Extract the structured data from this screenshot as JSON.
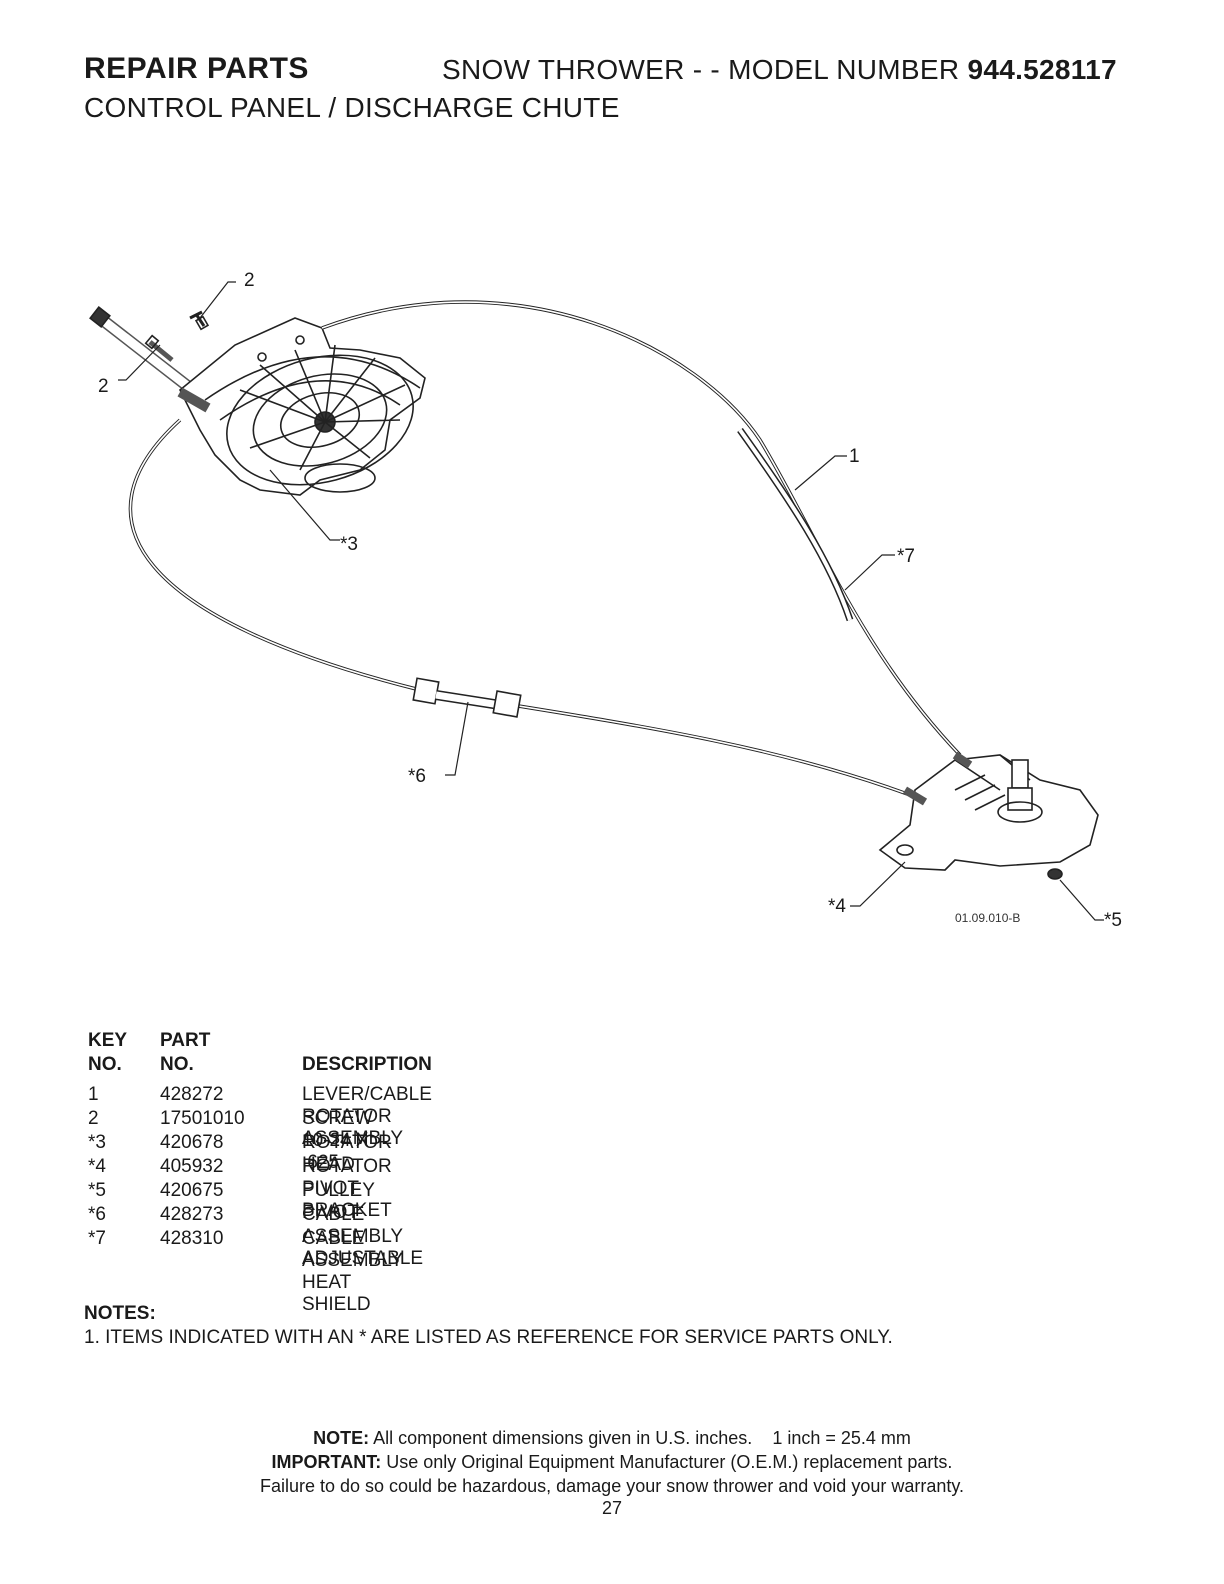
{
  "header": {
    "section": "REPAIR PARTS",
    "product": "SNOW THROWER - - MODEL NUMBER",
    "model_number": "944.528117",
    "subtitle": "CONTROL PANEL / DISCHARGE CHUTE"
  },
  "diagram": {
    "callouts": [
      "2",
      "2",
      "*3",
      "1",
      "*7",
      "*6",
      "*4",
      "*5"
    ],
    "figure_id": "01.09.010-B"
  },
  "parts_table": {
    "headers": {
      "key_top": "KEY",
      "key_bottom": "NO.",
      "part_top": "PART",
      "part_bottom": "NO.",
      "description": "DESCRIPTION"
    },
    "rows": [
      {
        "key": "1",
        "part": "428272",
        "description": "LEVER/CABLE ROTATOR ASSEMBLY"
      },
      {
        "key": "2",
        "part": "17501010",
        "description": "SCREW 10-24 X .625"
      },
      {
        "key": "*3",
        "part": "420678",
        "description": "ROTATOR HEAD"
      },
      {
        "key": "*4",
        "part": "405932",
        "description": "ROTATOR PIVOT BRACKET"
      },
      {
        "key": "*5",
        "part": "420675",
        "description": "PULLEY PIVOT"
      },
      {
        "key": "*6",
        "part": "428273",
        "description": "CABLE ASSEMBLY ADJUSTABLE"
      },
      {
        "key": "*7",
        "part": "428310",
        "description": "CABLE ASSEMBLY HEAT SHIELD"
      }
    ]
  },
  "notes": {
    "heading": "NOTES:",
    "items": [
      "1. ITEMS INDICATED WITH AN * ARE LISTED AS REFERENCE FOR SERVICE PARTS ONLY."
    ]
  },
  "footer": {
    "note_label": "NOTE:",
    "note_text": " All component dimensions given in U.S. inches.    1 inch = 25.4 mm",
    "important_label": "IMPORTANT:",
    "important_text": " Use only Original Equipment Manufacturer (O.E.M.) replacement parts.",
    "warning": "Failure to do so could be hazardous, damage your snow thrower and void your warranty.",
    "page_number": "27"
  }
}
